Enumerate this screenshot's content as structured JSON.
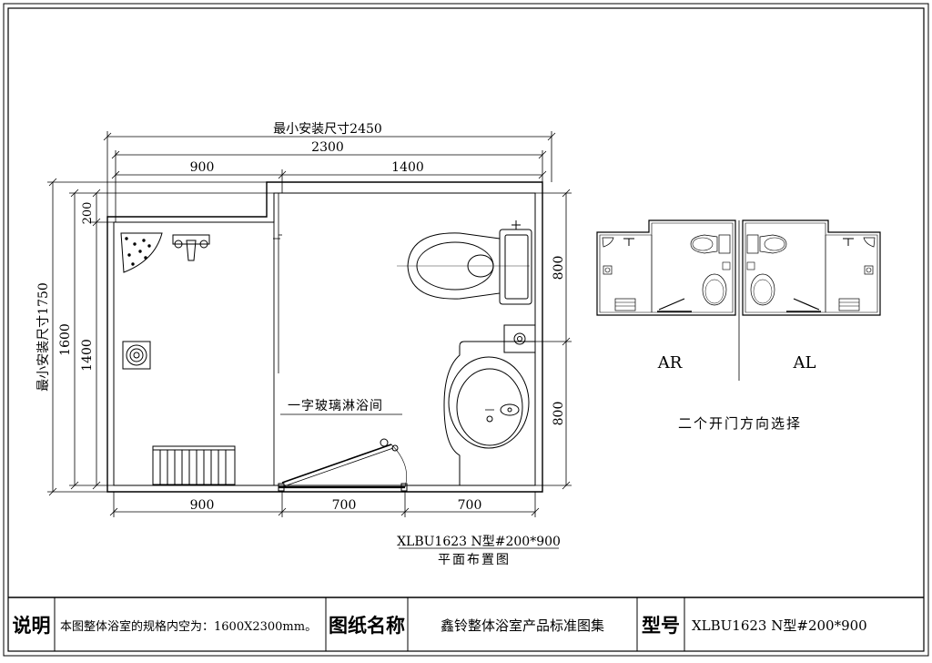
{
  "dims": {
    "min_install_width": "最小安装尺寸2450",
    "overall_width": "2300",
    "top_left": "900",
    "top_right": "1400",
    "step": "200",
    "min_install_height": "最小安装尺寸1750",
    "height_1600": "1600",
    "height_1400": "1400",
    "right_upper": "800",
    "right_lower": "800",
    "bottom_left": "900",
    "bottom_mid": "700",
    "bottom_right": "700"
  },
  "labels": {
    "shower_label": "一字玻璃淋浴间",
    "model_code": "XLBU1623 N型#200*900",
    "plan_title": "平面布置图",
    "variant_ar": "AR",
    "variant_al": "AL",
    "variant_caption": "二个开门方向选择"
  },
  "title_block": {
    "desc_label": "说明",
    "desc_text": "本图整体浴室的规格内空为：1600X2300mm。",
    "drawing_name_label": "图纸名称",
    "drawing_name": "鑫铃整体浴室产品标准图集",
    "model_label": "型号",
    "model_value": "XLBU1623 N型#200*900"
  }
}
